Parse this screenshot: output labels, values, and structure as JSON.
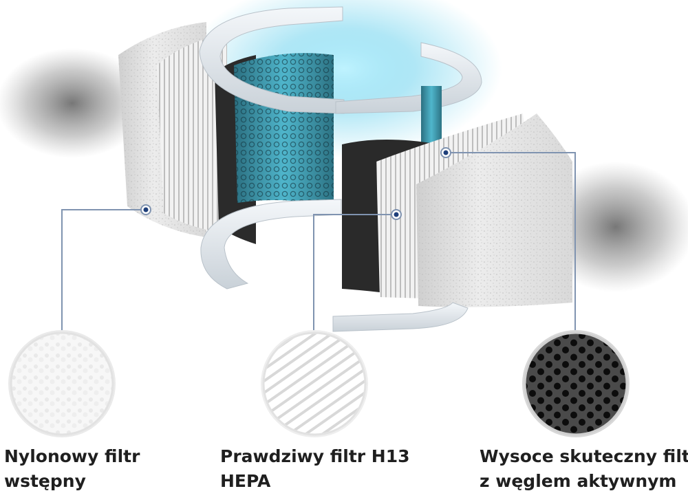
{
  "callouts": [
    {
      "id": "prefilter",
      "line1": "Nylonowy filtr",
      "line2": "wstępny"
    },
    {
      "id": "hepa",
      "line1": "Prawdziwy filtr H13",
      "line2": "HEPA"
    },
    {
      "id": "carbon",
      "line1": "Wysoce skuteczny filtr",
      "line2": "z węglem aktywnym"
    }
  ],
  "colors": {
    "leader_line": "#7f93b0",
    "leader_dot": "#1e3f7a",
    "glow": "#6fd3ee",
    "carbon": "#2a2a2a",
    "prefilter": "#e6e6e6"
  }
}
